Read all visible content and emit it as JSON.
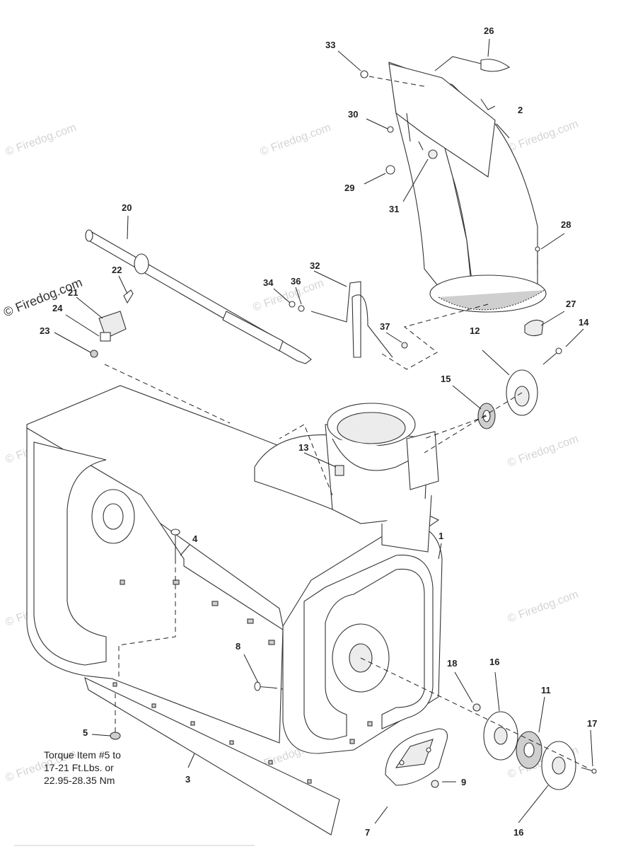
{
  "callouts": {
    "c1": "1",
    "c2": "2",
    "c3": "3",
    "c4": "4",
    "c5": "5",
    "c7": "7",
    "c8": "8",
    "c9": "9",
    "c11": "11",
    "c12": "12",
    "c13": "13",
    "c14": "14",
    "c15": "15",
    "c16a": "16",
    "c16b": "16",
    "c17": "17",
    "c18": "18",
    "c20": "20",
    "c21": "21",
    "c22": "22",
    "c23": "23",
    "c24": "24",
    "c26": "26",
    "c27": "27",
    "c28": "28",
    "c29": "29",
    "c30": "30",
    "c31": "31",
    "c32": "32",
    "c33": "33",
    "c34": "34",
    "c36": "36",
    "c37": "37"
  },
  "note": {
    "line1": "Torque Item #5 to",
    "line2": "17-21 Ft.Lbs. or",
    "line3": "22.95-28.35 Nm"
  },
  "watermark": {
    "text": "© Firedog.com",
    "strong_text": "© Firedog.com"
  }
}
